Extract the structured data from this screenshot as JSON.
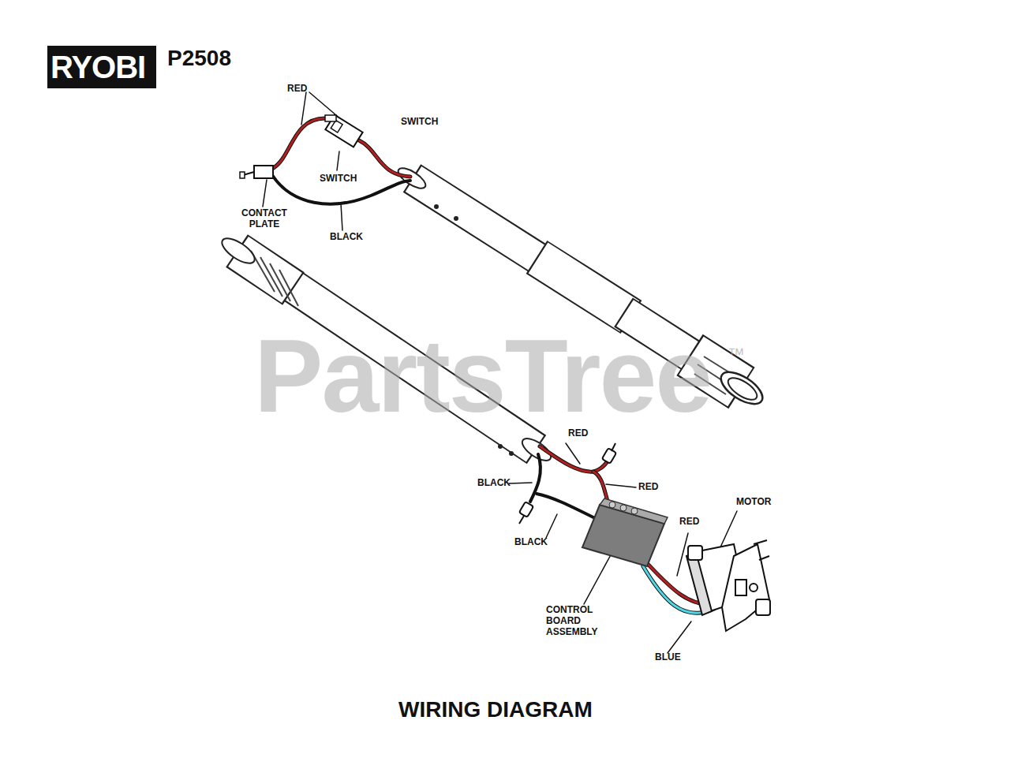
{
  "diagram": {
    "title": "WIRING DIAGRAM",
    "labels": [
      "RYOBI",
      "P2508",
      "RED",
      "SWITCH",
      "SWITCH",
      "CONTACT PLATE",
      "BLACK",
      "RED",
      "BLACK",
      "RED",
      "BLACK",
      "RED",
      "MOTOR",
      "CONTROL BOARD ASSEMBLY",
      "BLUE",
      "PartsTree",
      "™"
    ]
  }
}
